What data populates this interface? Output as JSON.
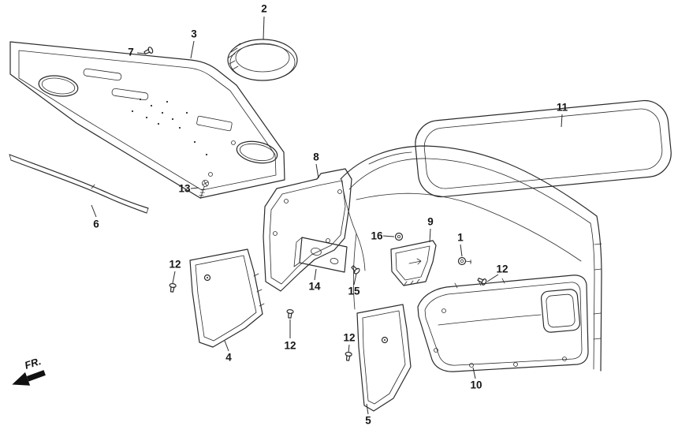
{
  "diagram": {
    "fr_label": "FR.",
    "colors": {
      "line": "#2b2b2b",
      "background": "#ffffff",
      "label_text": "#161616"
    },
    "callouts": [
      {
        "label": "2"
      },
      {
        "label": "3"
      },
      {
        "label": "7"
      },
      {
        "label": "11"
      },
      {
        "label": "6"
      },
      {
        "label": "13"
      },
      {
        "label": "8"
      },
      {
        "label": "14"
      },
      {
        "label": "15"
      },
      {
        "label": "16"
      },
      {
        "label": "9"
      },
      {
        "label": "1"
      },
      {
        "label": "12"
      },
      {
        "label": "12"
      },
      {
        "label": "12"
      },
      {
        "label": "12"
      },
      {
        "label": "4"
      },
      {
        "label": "5"
      },
      {
        "label": "10"
      }
    ]
  }
}
